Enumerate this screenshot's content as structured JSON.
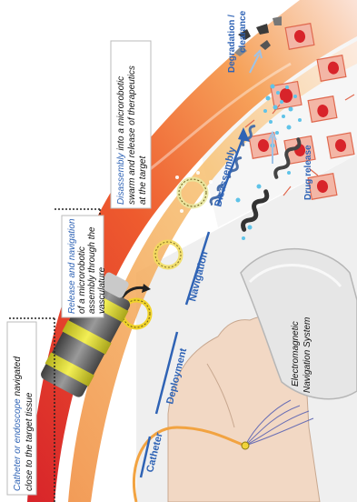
{
  "captions": {
    "catheter": {
      "lead": "Catheter or endoscope",
      "rest": " navigated",
      "line2": "close to the target tissue"
    },
    "release": {
      "lead": "Release and navigation",
      "line2": "of a microrobotic",
      "line3": "assembly through the",
      "line4": "vasculature"
    },
    "disassembly": {
      "lead": "Disassembly",
      "rest": " into a microrobotic",
      "line2": "swarm and release of therapeutics",
      "line3": "at the target"
    }
  },
  "stages": {
    "catheter": "Catheter",
    "deployment": "Deployment",
    "navigation": "Navigation",
    "disassembly": "Disassembly"
  },
  "labels": {
    "drug_release": "Drug release",
    "degradation_line1": "Degradation /",
    "degradation_line2": "clearance",
    "ems_line1": "Electromagnetic",
    "ems_line2": "Navigation System"
  },
  "colors": {
    "accent_blue": "#2f63b5",
    "vessel_red": "#d8242a",
    "vessel_orange": "#f39a3b",
    "tissue_salmon": "#e9836f",
    "catheter_yellow": "#e6e23a",
    "drug_cyan": "#5fc3e8"
  }
}
